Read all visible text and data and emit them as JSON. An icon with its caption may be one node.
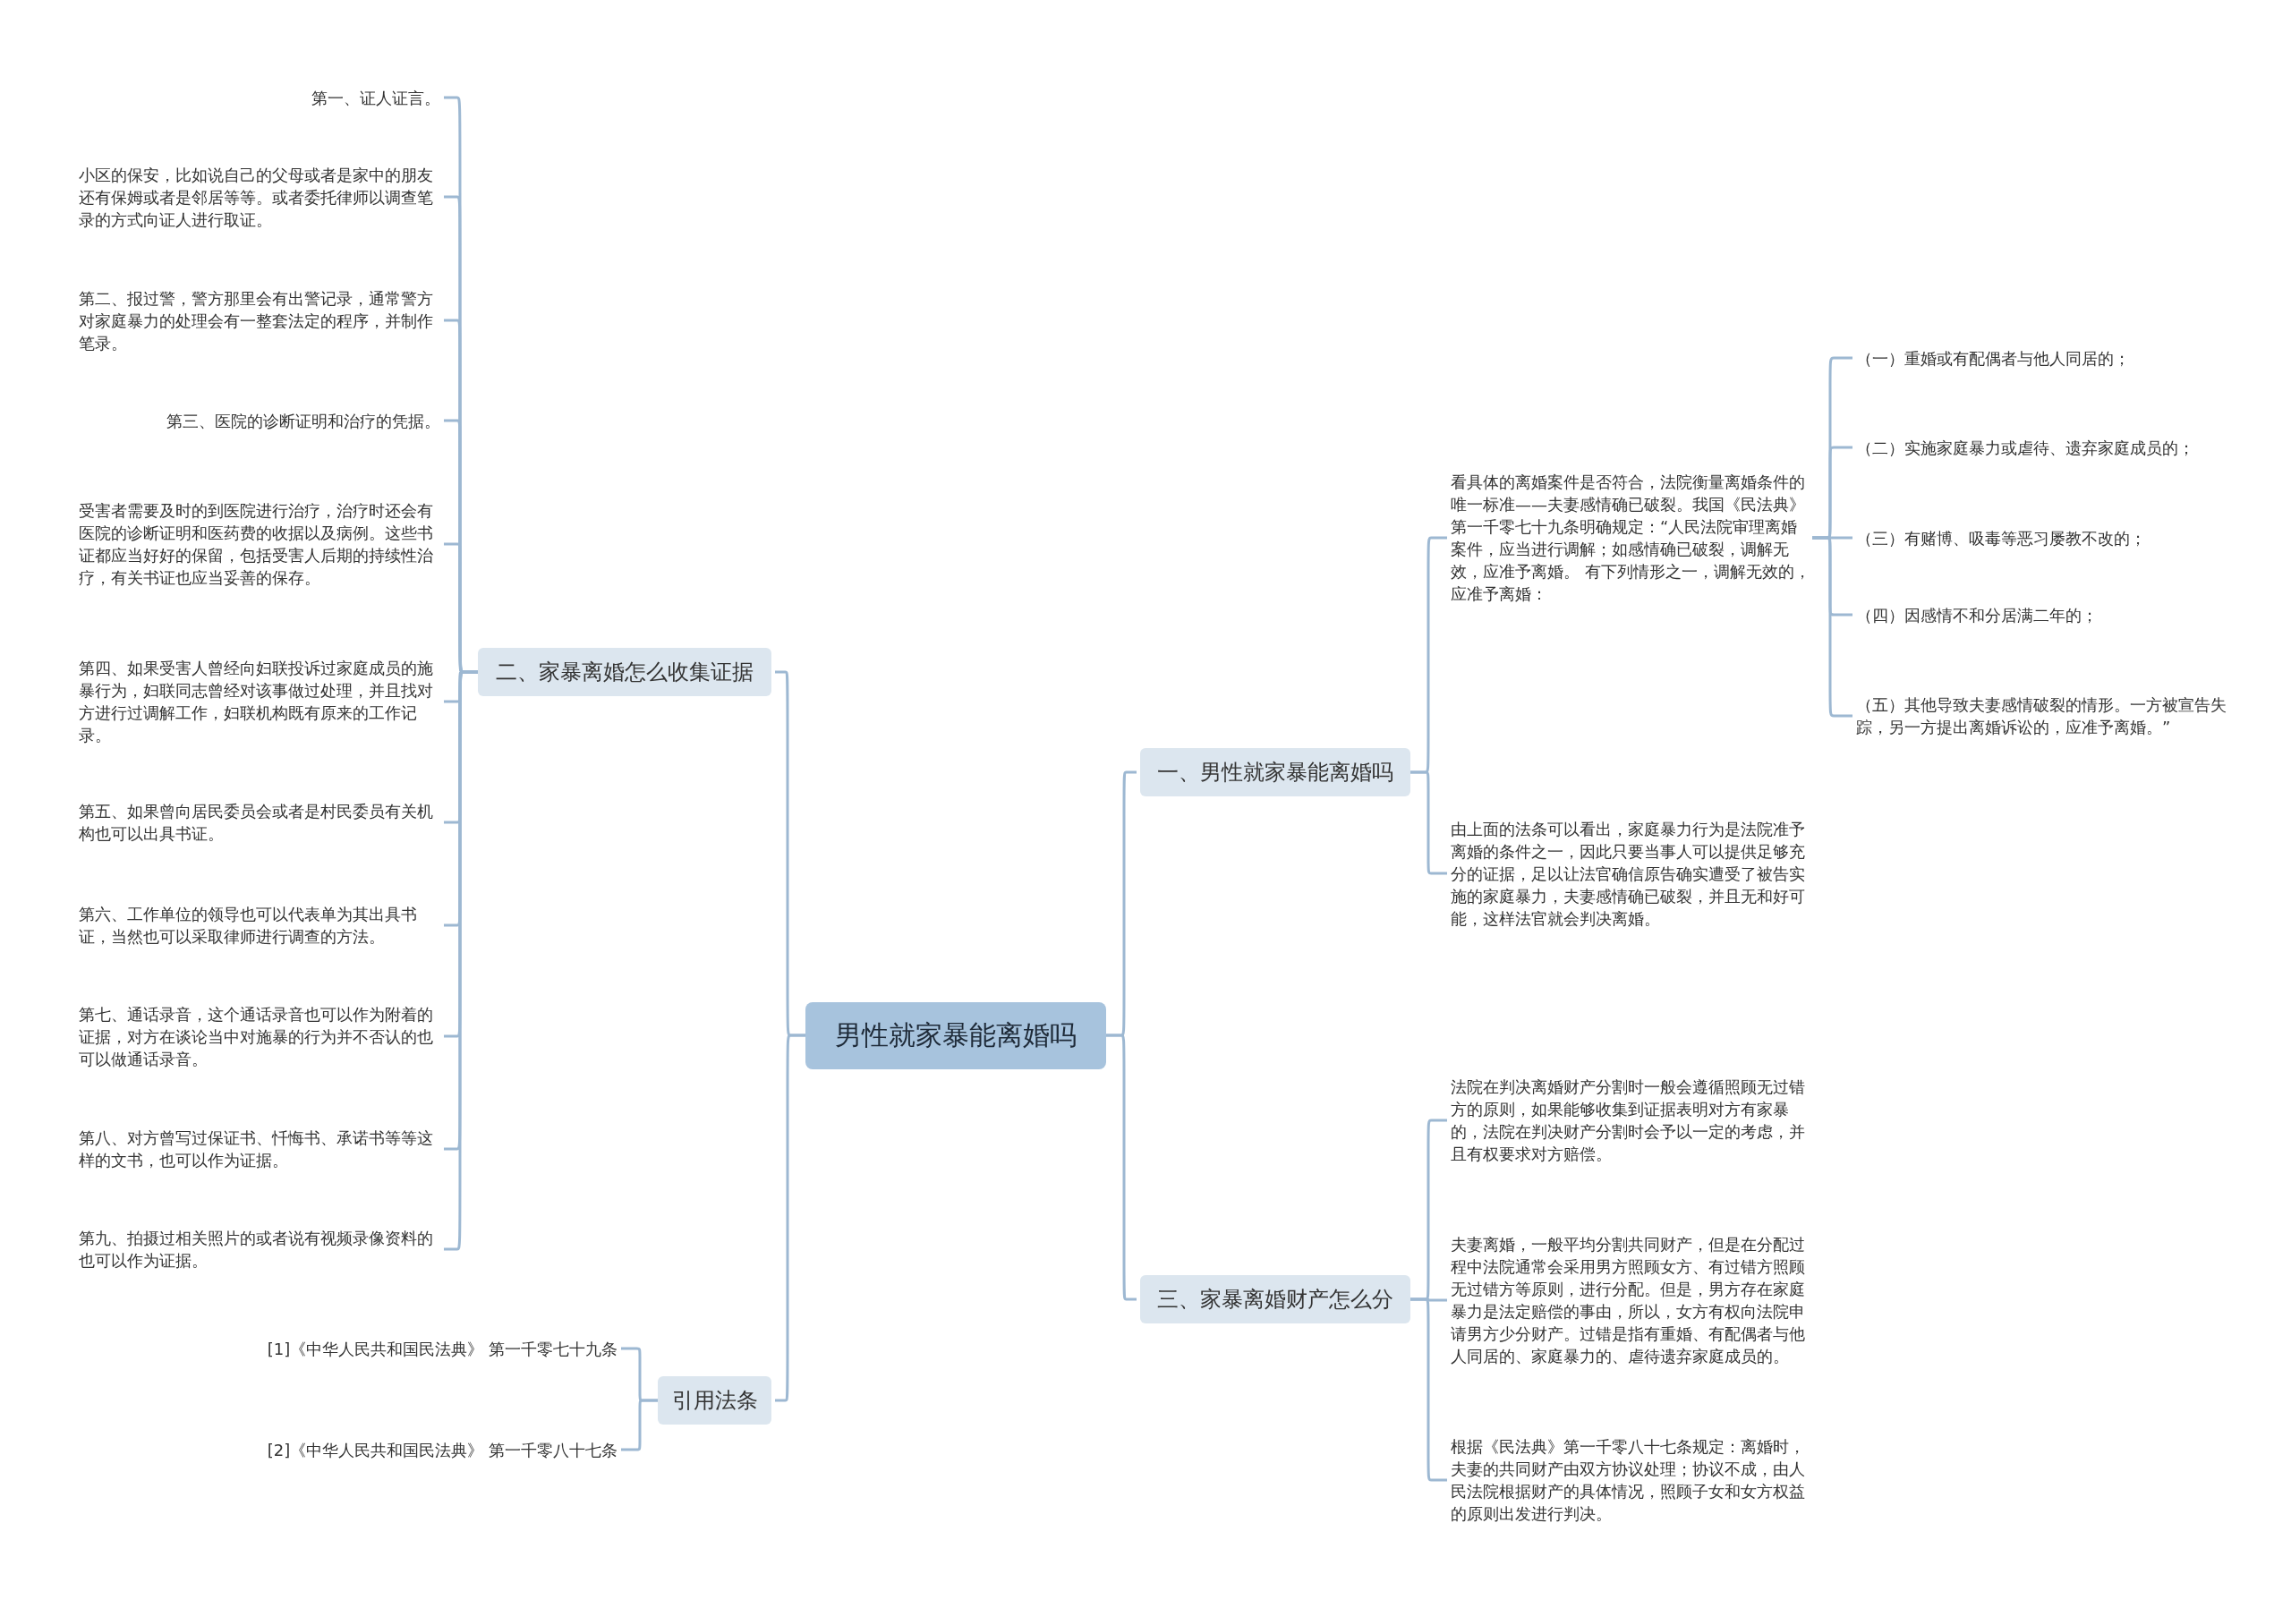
{
  "diagram": {
    "nodes": [
      {
        "text": [
          "男性就家暴能离婚吗"
        ]
      },
      {
        "text": [
          "一、男性就家暴能离婚吗"
        ]
      },
      {
        "text": [
          "看具体的离婚案件是否符合，法院衡量离婚条件的唯一标准——夫妻感情确已破裂。我国《民法典》第一千零七十九条明确规定：“人民法院审理离婚案件，应当进行调解；如感情确已破裂，调解无效，应准予离婚。 有下列情形之一，调解无效的，应准予离婚："
        ]
      },
      {
        "text": [
          "（一）重婚或有配偶者与他人同居的；"
        ]
      },
      {
        "text": [
          "（二）实施家庭暴力或虐待、遗弃家庭成员的；"
        ]
      },
      {
        "text": [
          "（三）有赌博、吸毒等恶习屡教不改的；"
        ]
      },
      {
        "text": [
          "（四）因感情不和分居满二年的；"
        ]
      },
      {
        "text": [
          "（五）其他导致夫妻感情破裂的情形。一方被宣告失踪，另一方提出离婚诉讼的，应准予离婚。”"
        ]
      },
      {
        "text": [
          "由上面的法条可以看出，家庭暴力行为是法院准予离婚的条件之一，因此只要当事人可以提供足够充分的证据，足以让法官确信原告确实遭受了被告实施的家庭暴力，夫妻感情确已破裂，并且无和好可能，这样法官就会判决离婚。"
        ]
      },
      {
        "text": [
          "二、家暴离婚怎么收集证据"
        ]
      },
      {
        "text": [
          "第一、证人证言。"
        ]
      },
      {
        "text": [
          "小区的保安，比如说自己的父母或者是家中的朋友还有保姆或者是邻居等等。或者委托律师以调查笔录的方式向证人进行取证。"
        ]
      },
      {
        "text": [
          "第二、报过警，警方那里会有出警记录，通常警方对家庭暴力的处理会有一整套法定的程序，并制作笔录。"
        ]
      },
      {
        "text": [
          "第三、医院的诊断证明和治疗的凭据。"
        ]
      },
      {
        "text": [
          "受害者需要及时的到医院进行治疗，治疗时还会有医院的诊断证明和医药费的收据以及病例。这些书证都应当好好的保留，包括受害人后期的持续性治疗，有关书证也应当妥善的保存。"
        ]
      },
      {
        "text": [
          "第四、如果受害人曾经向妇联投诉过家庭成员的施暴行为，妇联同志曾经对该事做过处理，并且找对方进行过调解工作，妇联机构既有原来的工作记录。"
        ]
      },
      {
        "text": [
          "第五、如果曾向居民委员会或者是村民委员有关机构也可以出具书证。"
        ]
      },
      {
        "text": [
          "第六、工作单位的领导也可以代表单为其出具书证，当然也可以采取律师进行调查的方法。"
        ]
      },
      {
        "text": [
          "第七、通话录音，这个通话录音也可以作为附着的证据，对方在谈论当中对施暴的行为并不否认的也可以做通话录音。"
        ]
      },
      {
        "text": [
          "第八、对方曾写过保证书、忏悔书、承诺书等等这样的文书，也可以作为证据。"
        ]
      },
      {
        "text": [
          "第九、拍摄过相关照片的或者说有视频录像资料的也可以作为证据。"
        ]
      },
      {
        "text": [
          "三、家暴离婚财产怎么分"
        ]
      },
      {
        "text": [
          "法院在判决离婚财产分割时一般会遵循照顾无过错方的原则，如果能够收集到证据表明对方有家暴的，法院在判决财产分割时会予以一定的考虑，并且有权要求对方赔偿。"
        ]
      },
      {
        "text": [
          "夫妻离婚，一般平均分割共同财产，但是在分配过程中法院通常会采用男方照顾女方、有过错方照顾无过错方等原则，进行分配。但是，男方存在家庭暴力是法定赔偿的事由，所以，女方有权向法院申请男方少分财产。过错是指有重婚、有配偶者与他人同居的、家庭暴力的、虐待遗弃家庭成员的。"
        ]
      },
      {
        "text": [
          "根据《民法典》第一千零八十七条规定：离婚时，夫妻的共同财产由双方协议处理；协议不成，由人民法院根据财产的具体情况，照顾子女和女方权益的原则出发进行判决。"
        ]
      },
      {
        "text": [
          "引用法条"
        ]
      },
      {
        "text": [
          "[1]《中华人民共和国民法典》 第一千零七十九条"
        ]
      },
      {
        "text": [
          "[2]《中华人民共和国民法典》 第一千零八十七条"
        ]
      }
    ],
    "edges": [
      {
        "from": 0,
        "to": 1,
        "arrow": "none"
      },
      {
        "from": 1,
        "to": 2,
        "arrow": "none"
      },
      {
        "from": 2,
        "to": 3,
        "arrow": "none"
      },
      {
        "from": 2,
        "to": 4,
        "arrow": "none"
      },
      {
        "from": 2,
        "to": 5,
        "arrow": "none"
      },
      {
        "from": 2,
        "to": 6,
        "arrow": "none"
      },
      {
        "from": 2,
        "to": 7,
        "arrow": "none"
      },
      {
        "from": 1,
        "to": 8,
        "arrow": "none"
      },
      {
        "from": 0,
        "to": 9,
        "arrow": "none"
      },
      {
        "from": 9,
        "to": 10,
        "arrow": "none"
      },
      {
        "from": 9,
        "to": 11,
        "arrow": "none"
      },
      {
        "from": 9,
        "to": 12,
        "arrow": "none"
      },
      {
        "from": 9,
        "to": 13,
        "arrow": "none"
      },
      {
        "from": 9,
        "to": 14,
        "arrow": "none"
      },
      {
        "from": 9,
        "to": 15,
        "arrow": "none"
      },
      {
        "from": 9,
        "to": 16,
        "arrow": "none"
      },
      {
        "from": 9,
        "to": 17,
        "arrow": "none"
      },
      {
        "from": 9,
        "to": 18,
        "arrow": "none"
      },
      {
        "from": 9,
        "to": 19,
        "arrow": "none"
      },
      {
        "from": 9,
        "to": 20,
        "arrow": "none"
      },
      {
        "from": 0,
        "to": 21,
        "arrow": "none"
      },
      {
        "from": 21,
        "to": 22,
        "arrow": "none"
      },
      {
        "from": 21,
        "to": 23,
        "arrow": "none"
      },
      {
        "from": 21,
        "to": 24,
        "arrow": "none"
      },
      {
        "from": 0,
        "to": 25,
        "arrow": "none"
      },
      {
        "from": 25,
        "to": 26,
        "arrow": "none"
      },
      {
        "from": 25,
        "to": 27,
        "arrow": "none"
      }
    ]
  }
}
